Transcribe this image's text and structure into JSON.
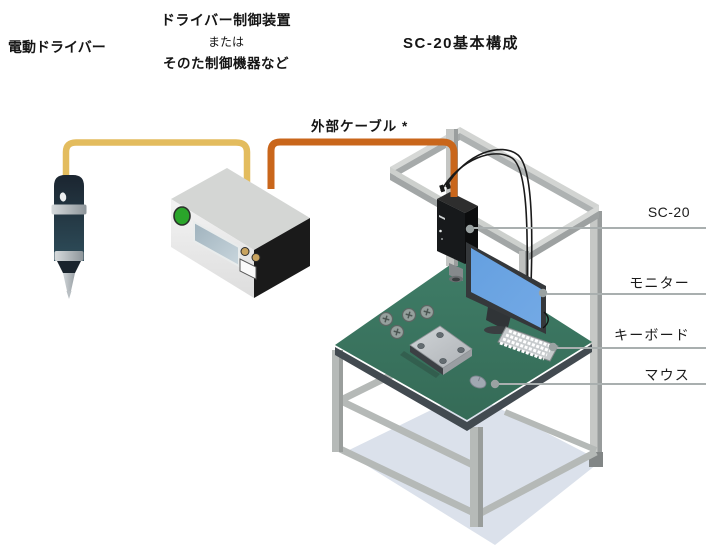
{
  "headings": {
    "screwdriver": "電動ドライバー",
    "controller_lines": [
      "ドライバー制御装置",
      "または",
      "そのた制御機器など"
    ],
    "system": "SC-20基本構成"
  },
  "cable_label": "外部ケーブル *",
  "callouts": [
    {
      "label": "SC-20"
    },
    {
      "label": "モニター"
    },
    {
      "label": "キーボード"
    },
    {
      "label": "マウス"
    }
  ],
  "colors": {
    "table_green": "#3a7561",
    "cable_yellow": "#e3bc5e",
    "cable_orange": "#c9661b",
    "monitor_blue": "#6ba4e2",
    "frame_gray": "#c6c8c6",
    "leader_gray": "#a9afaf",
    "device_black": "#17191b",
    "floor_shadow": "#dbe1eb"
  }
}
